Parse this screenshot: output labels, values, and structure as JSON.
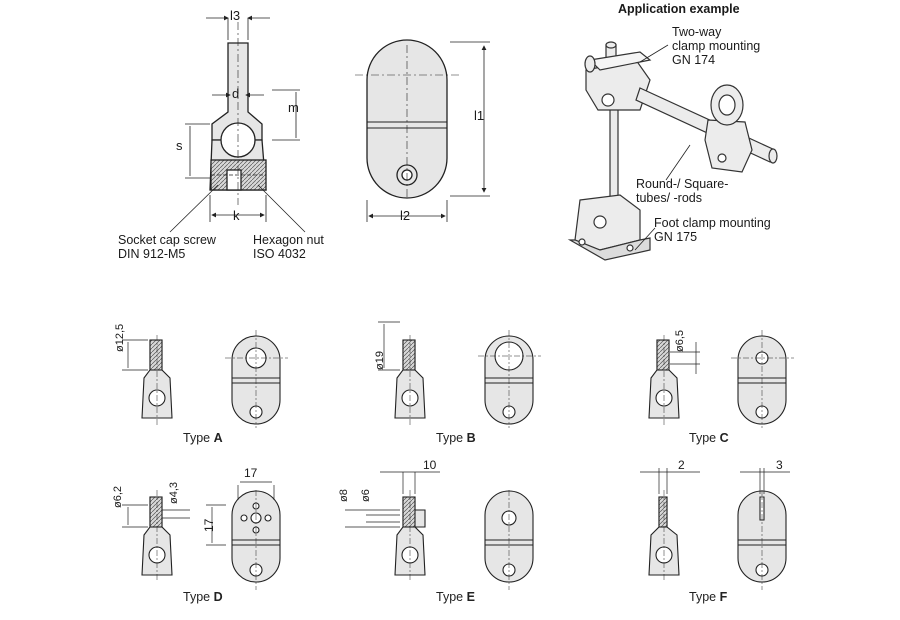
{
  "main_dimensions": {
    "l3": "l3",
    "d": "d",
    "m": "m",
    "s": "s",
    "k": "k",
    "l1": "l1",
    "l2": "l2"
  },
  "callouts": {
    "socket_cap_screw_1": "Socket cap screw",
    "socket_cap_screw_2": "DIN 912-M5",
    "hexagon_nut_1": "Hexagon nut",
    "hexagon_nut_2": "ISO 4032"
  },
  "application": {
    "title": "Application example",
    "two_way_1": "Two-way",
    "two_way_2": "clamp mounting",
    "two_way_3": "GN 174",
    "tubes_1": "Round-/ Square-",
    "tubes_2": "tubes/ -rods",
    "foot_1": "Foot clamp mounting",
    "foot_2": "GN 175"
  },
  "types": {
    "prefix": "Type",
    "a": {
      "letter": "A",
      "dim": "ø12,5"
    },
    "b": {
      "letter": "B",
      "dim": "ø19"
    },
    "c": {
      "letter": "C",
      "dim": "ø6,5"
    },
    "d": {
      "letter": "D",
      "dim1": "ø6,2",
      "dim2": "ø4,3",
      "dim3": "17",
      "dim4": "17"
    },
    "e": {
      "letter": "E",
      "dim1": "ø8",
      "dim2": "ø6",
      "dim3": "10"
    },
    "f": {
      "letter": "F",
      "dim1": "2",
      "dim2": "3"
    }
  }
}
